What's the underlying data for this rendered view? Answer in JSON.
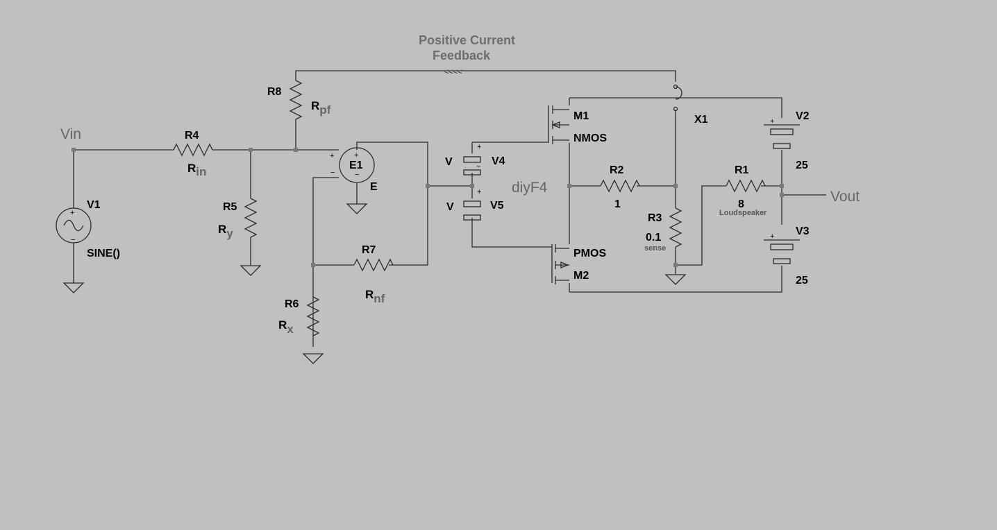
{
  "title": {
    "line1": "Positive Current",
    "line2": "Feedback",
    "arrows": "<<<<"
  },
  "nets": {
    "vin": "Vin",
    "vout": "Vout",
    "diy": "diyF4"
  },
  "components": {
    "v1": {
      "name": "V1",
      "value": "SINE()"
    },
    "r4": {
      "name": "R4",
      "value": "R",
      "sub": "in"
    },
    "r5": {
      "name": "R5",
      "value": "R",
      "sub": "y"
    },
    "r8": {
      "name": "R8",
      "value": "R",
      "sub": "pf"
    },
    "e1": {
      "name": "E1",
      "value": "E"
    },
    "r7": {
      "name": "R7",
      "value": "R",
      "sub": "nf"
    },
    "r6": {
      "name": "R6",
      "value": "R",
      "sub": "x"
    },
    "v4": {
      "name": "V4",
      "value": "V"
    },
    "v5": {
      "name": "V5",
      "value": "V"
    },
    "m1": {
      "name": "M1",
      "value": "NMOS"
    },
    "m2": {
      "name": "M2",
      "value": "PMOS"
    },
    "r2": {
      "name": "R2",
      "value": "1"
    },
    "r3": {
      "name": "R3",
      "value": "0.1",
      "note": "sense"
    },
    "x1": {
      "name": "X1"
    },
    "r1": {
      "name": "R1",
      "value": "8",
      "note": "Loudspeaker"
    },
    "v2": {
      "name": "V2",
      "value": "25"
    },
    "v3": {
      "name": "V3",
      "value": "25"
    }
  },
  "signs": {
    "plus": "+",
    "minus": "−"
  }
}
